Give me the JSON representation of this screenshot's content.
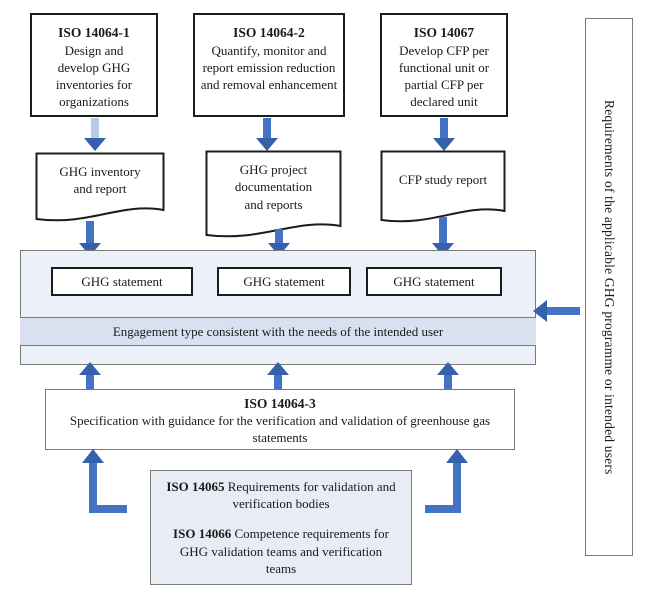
{
  "top_boxes": [
    {
      "code": "ISO 14064-1",
      "desc": "Design and develop GHG inventories for organizations"
    },
    {
      "code": "ISO 14064-2",
      "desc": "Quantify, monitor and report emission reduction and removal enhancement"
    },
    {
      "code": "ISO 14067",
      "desc": "Develop CFP per functional unit or partial CFP per declared unit"
    }
  ],
  "documents": [
    {
      "label": "GHG inventory and report"
    },
    {
      "label": "GHG project documentation and reports"
    },
    {
      "label": "CFP study report"
    }
  ],
  "statement_panel": {
    "statements": [
      "GHG statement",
      "GHG statement",
      "GHG statement"
    ],
    "engagement_note": "Engagement type consistent with the needs of the intended user"
  },
  "verification_box": {
    "code": "ISO 14064-3",
    "desc": "Specification with guidance for the verification and validation of greenhouse gas statements"
  },
  "bodies_box": {
    "items": [
      {
        "code": "ISO 14065",
        "text": "Requirements for validation and verification bodies"
      },
      {
        "code": "ISO 14066",
        "text": "Competence requirements for GHG validation teams and verification teams"
      }
    ]
  },
  "side_panel": {
    "label": "Requirements of the applicable GHG programme or intended users"
  },
  "colors": {
    "arrow_blue": "#4472C4",
    "arrow_head_blue": "#3560AC",
    "arrow_light_shaft": "#B7C9E8",
    "panel_fill": "#ECF0F8",
    "band_fill": "#D9E0EF",
    "bodies_box_fill": "#E8ECF5",
    "border_gray": "#7A7A7A",
    "box_border": "#1C1C1C"
  }
}
